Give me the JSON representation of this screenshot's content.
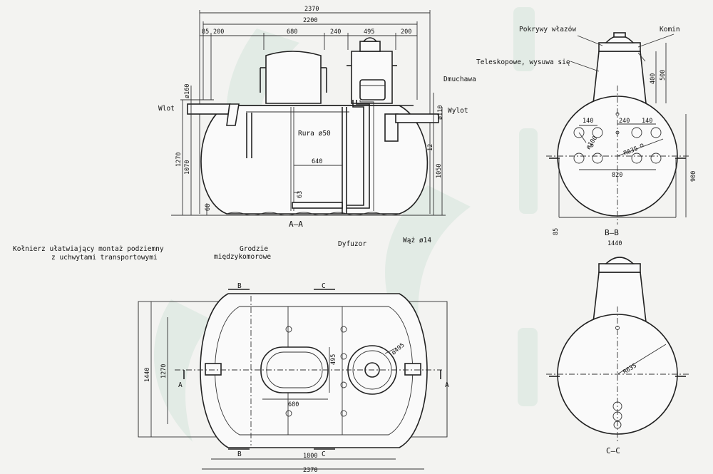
{
  "colors": {
    "paper": "#f3f3f1",
    "ink": "#222222",
    "watermark": "#cfe3d6"
  },
  "labels": {
    "pokrywy": "Pokrywy włazów",
    "komin": "Komin",
    "teleskop": "Teleskopowe, wysuwa się",
    "dmuchawa": "Dmuchawa",
    "wlot": "Wlot",
    "wylot": "Wylot",
    "rura": "Rura ø50",
    "dyfuzor": "Dyfuzor",
    "waz": "Wąż ø14",
    "grodzie1": "Grodzie",
    "grodzie2": "międzykomorowe",
    "kolnierz1": "Kołnierz ułatwiający montaż podziemny",
    "kolnierz2": "z uchwytami transportowymi",
    "sec_aa": "A—A",
    "sec_bb": "B—B",
    "sec_cc": "C—C",
    "mark_a": "A",
    "mark_b": "B",
    "mark_c": "C"
  },
  "dims": {
    "d2370": "2370",
    "d2200": "2200",
    "d85": "85",
    "d200": "200",
    "d680": "680",
    "d240": "240",
    "d495": "495",
    "d160": "ø160",
    "d1270": "1270",
    "d1070": "1070",
    "d640": "640",
    "d63": "63",
    "d68": "68",
    "d110": "ø110",
    "d12": "12",
    "d1050": "1050",
    "d140": "140",
    "d100": "ø100",
    "dR635": "R635",
    "d820": "820",
    "d900": "900",
    "d400": "400",
    "d500": "500",
    "d1440": "1440",
    "d1800": "1800",
    "d495c": "ø495"
  }
}
